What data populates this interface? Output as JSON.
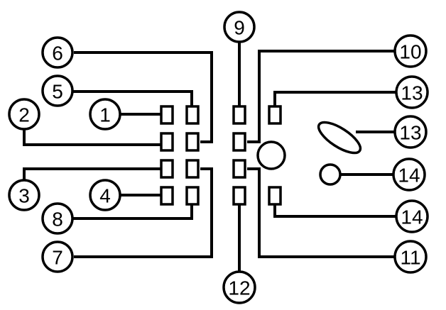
{
  "terminals": {
    "t1": "1",
    "t2": "2",
    "t3": "3",
    "t4": "4",
    "t5": "5",
    "t6": "6",
    "t7": "7",
    "t8": "8",
    "t9": "9",
    "t10": "10",
    "t11": "11",
    "t12": "12",
    "t13a": "13",
    "t13b": "13",
    "t14a": "14",
    "t14b": "14"
  }
}
